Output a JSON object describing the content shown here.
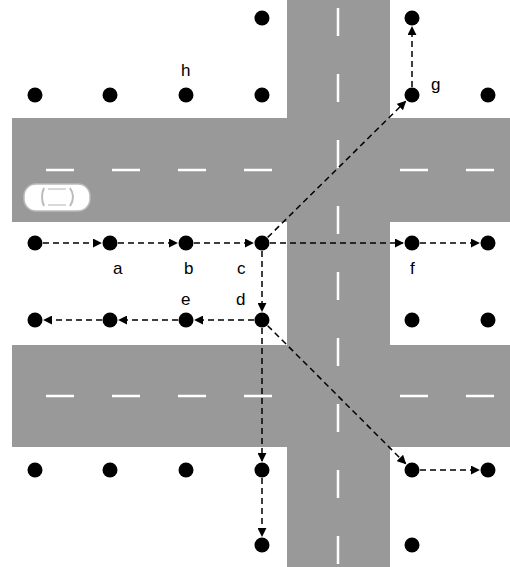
{
  "diagram": {
    "labels": [
      "h",
      "g",
      "a",
      "b",
      "c",
      "f",
      "e",
      "d"
    ]
  }
}
